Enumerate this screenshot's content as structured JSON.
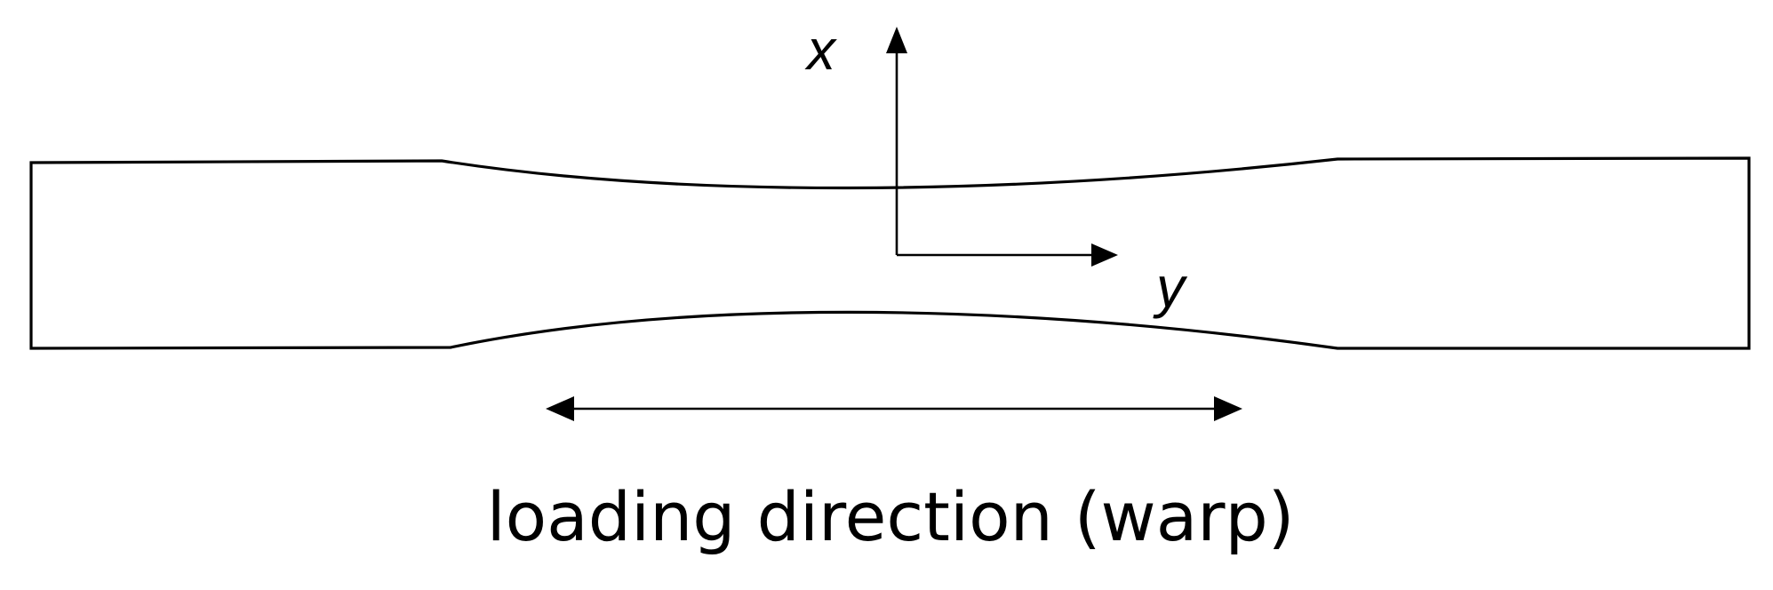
{
  "axes": {
    "x_label": "x",
    "y_label": "y"
  },
  "caption": "loading direction (warp)"
}
